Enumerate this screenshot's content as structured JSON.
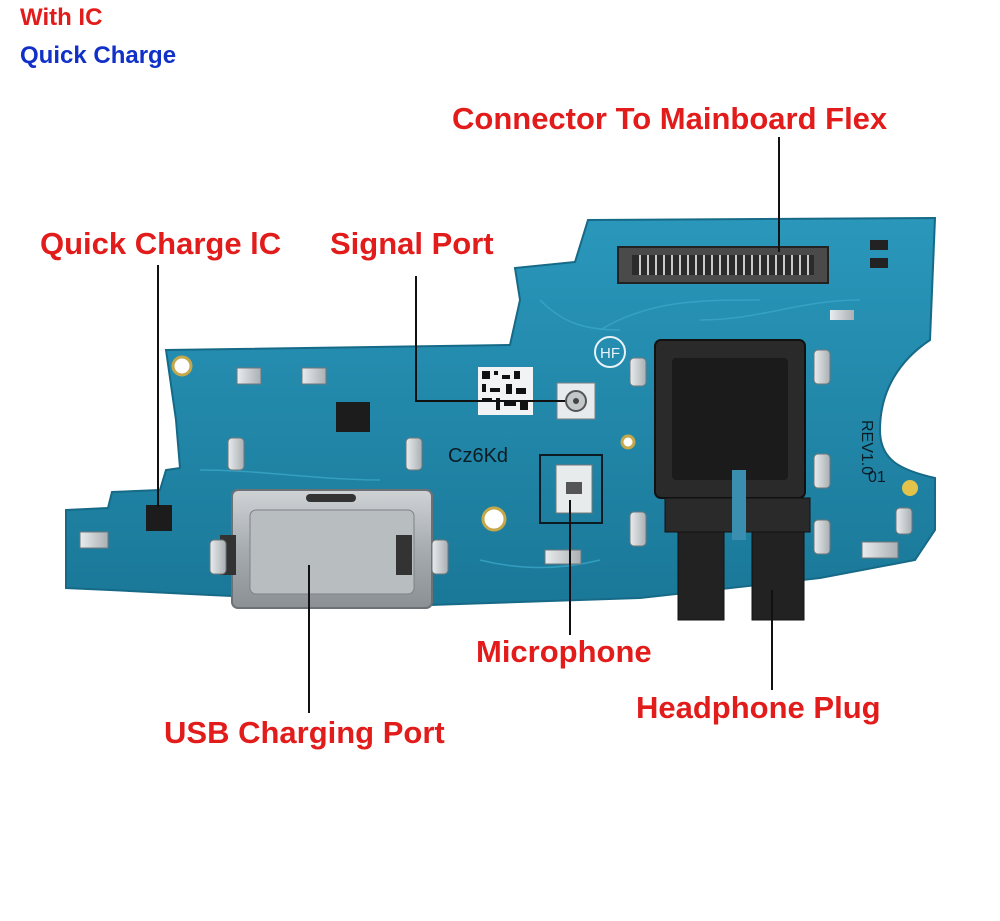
{
  "badges": {
    "with_ic": "With IC",
    "quick_charge": "Quick Charge"
  },
  "labels": {
    "connector": "Connector To Mainboard Flex",
    "quick_charge_ic": "Quick Charge lC",
    "signal_port": "Signal Port",
    "microphone": "Microphone",
    "headphone_plug": "Headphone Plug",
    "usb_charging_port": "USB Charging Port"
  },
  "silkscreen": {
    "hf": "HF",
    "board_code": "Cz6Kd",
    "revision": "REV1.0",
    "marker": "01"
  },
  "colors": {
    "label_red": "#e21b1b",
    "badge_blue": "#1030c8",
    "pcb_blue": "#1f86a8",
    "leader": "#111111"
  }
}
